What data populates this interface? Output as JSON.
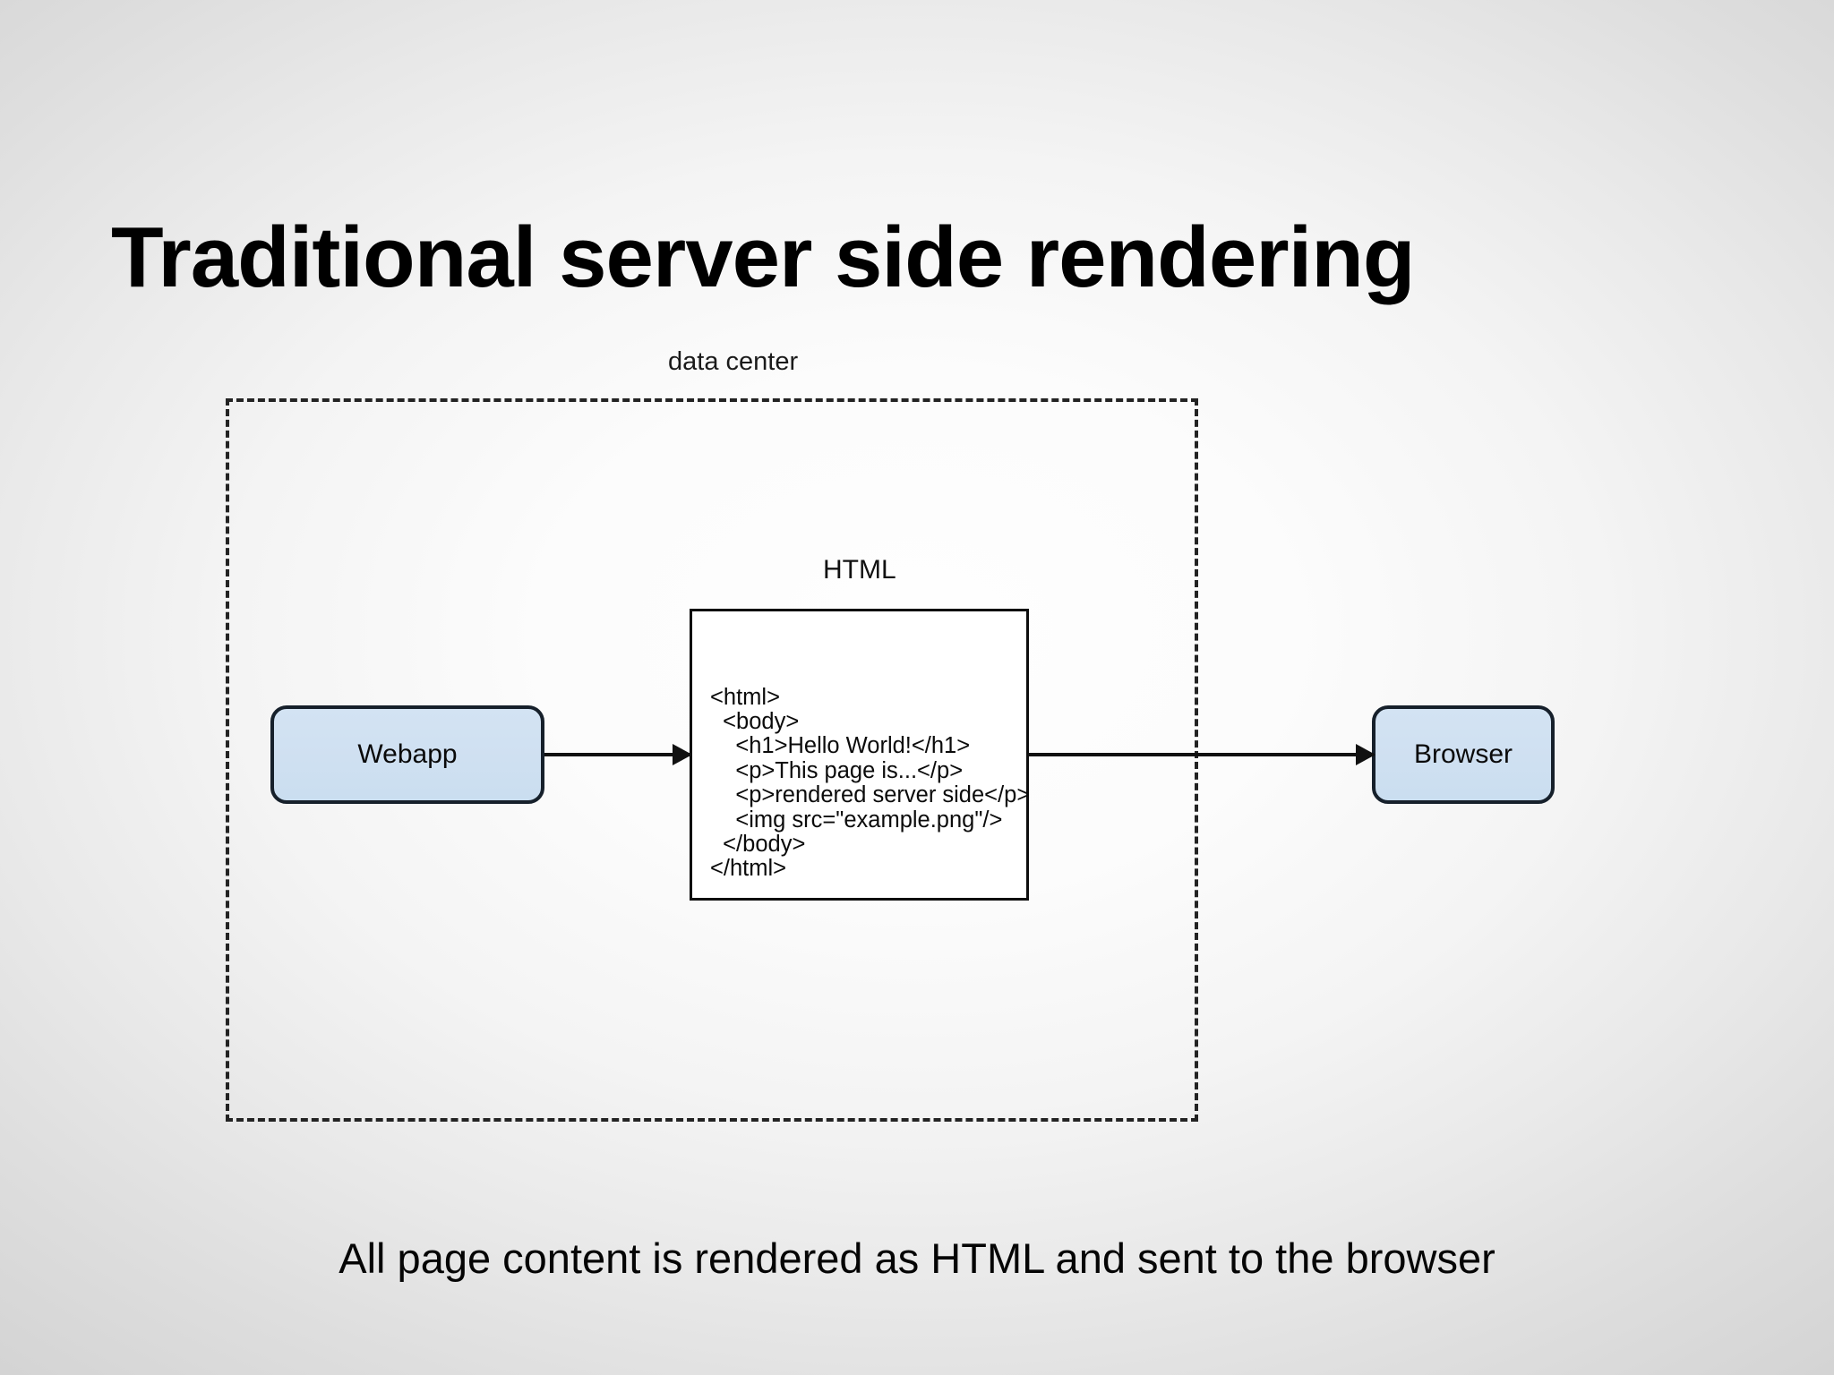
{
  "slide": {
    "title": "Traditional server side rendering",
    "caption": "All page content is rendered as HTML and sent to the browser"
  },
  "diagram": {
    "datacenter_label": "data center",
    "html_label": "HTML",
    "webapp_label": "Webapp",
    "browser_label": "Browser",
    "code_listing": "<html>\n  <body>\n    <h1>Hello World!</h1>\n    <p>This page is...</p>\n    <p>rendered server side</p>\n    <img src=\"example.png\"/>\n  </body>\n</html>",
    "code_lines": [
      "<html>",
      "  <body>",
      "    <h1>Hello World!</h1>",
      "    <p>This page is...</p>",
      "    <p>rendered server side</p>",
      "    <img src=\"example.png\"/>",
      "  </body>",
      "</html>"
    ],
    "arrows": [
      {
        "from": "Webapp",
        "to": "HTML",
        "label": ""
      },
      {
        "from": "HTML",
        "to": "Browser",
        "label": ""
      }
    ]
  },
  "colors": {
    "node_fill": "#cfe0f1",
    "node_border": "#16202b",
    "code_box_border": "#0d0d0d",
    "code_box_fill": "#ffffff",
    "datacenter_border": "#232323",
    "text": "#000000",
    "background_center": "#fdfdfd",
    "background_edge": "#d3d3d3"
  }
}
